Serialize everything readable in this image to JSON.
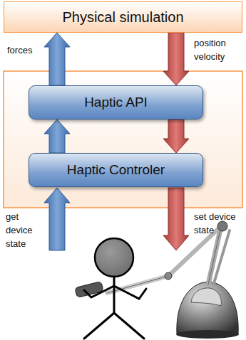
{
  "diagram": {
    "nodes": [
      {
        "text": [
          "Physical simulation"
        ]
      },
      {
        "text": [
          "Haptic API"
        ]
      },
      {
        "text": [
          "Haptic Controler"
        ]
      }
    ],
    "edges": [
      {
        "from": 1,
        "to": 0,
        "label": "forces",
        "arrow": "to"
      },
      {
        "from": 0,
        "to": 1,
        "label": "position velocity",
        "arrow": "to"
      },
      {
        "from": 2,
        "to": 1,
        "arrow": "to"
      },
      {
        "from": 1,
        "to": 2,
        "arrow": "to"
      }
    ],
    "labels": [
      "get device state",
      "set device state"
    ]
  }
}
